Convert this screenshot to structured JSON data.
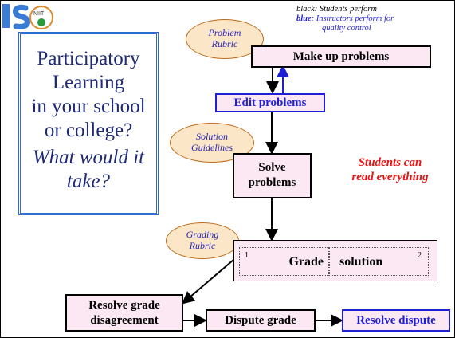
{
  "logo": {
    "text": "IS",
    "sub": "NIIT"
  },
  "legend": {
    "line1": "black: Students perform",
    "line2_key": "blue",
    "line2_rest": ": Instructors perform for",
    "line3": "quality control"
  },
  "title": {
    "lines": [
      "Participatory",
      "Learning",
      "in your school",
      "or college?"
    ],
    "question_lines": [
      "What would it",
      "take?"
    ]
  },
  "rubrics": {
    "problem": [
      "Problem",
      "Rubric"
    ],
    "solution": [
      "Solution",
      "Guidelines"
    ],
    "grading": [
      "Grading",
      "Rubric"
    ]
  },
  "steps": {
    "make_up": "Make up problems",
    "edit": "Edit problems",
    "solve": [
      "Solve",
      "problems"
    ],
    "grade_left": "Grade",
    "grade_right": "solution",
    "grade_sup_left": "1",
    "grade_sup_right": "2",
    "resolve_disagreement": [
      "Resolve grade",
      "disagreement"
    ],
    "dispute": "Dispute grade",
    "resolve_dispute": "Resolve dispute"
  },
  "note": [
    "Students can",
    "read everything"
  ],
  "colors": {
    "blue": "#1f1fd6",
    "title_text": "#1e2a78",
    "note": "#ee1111",
    "box_fill": "#fce8f3",
    "ellipse_fill": "#fbe6c8"
  }
}
